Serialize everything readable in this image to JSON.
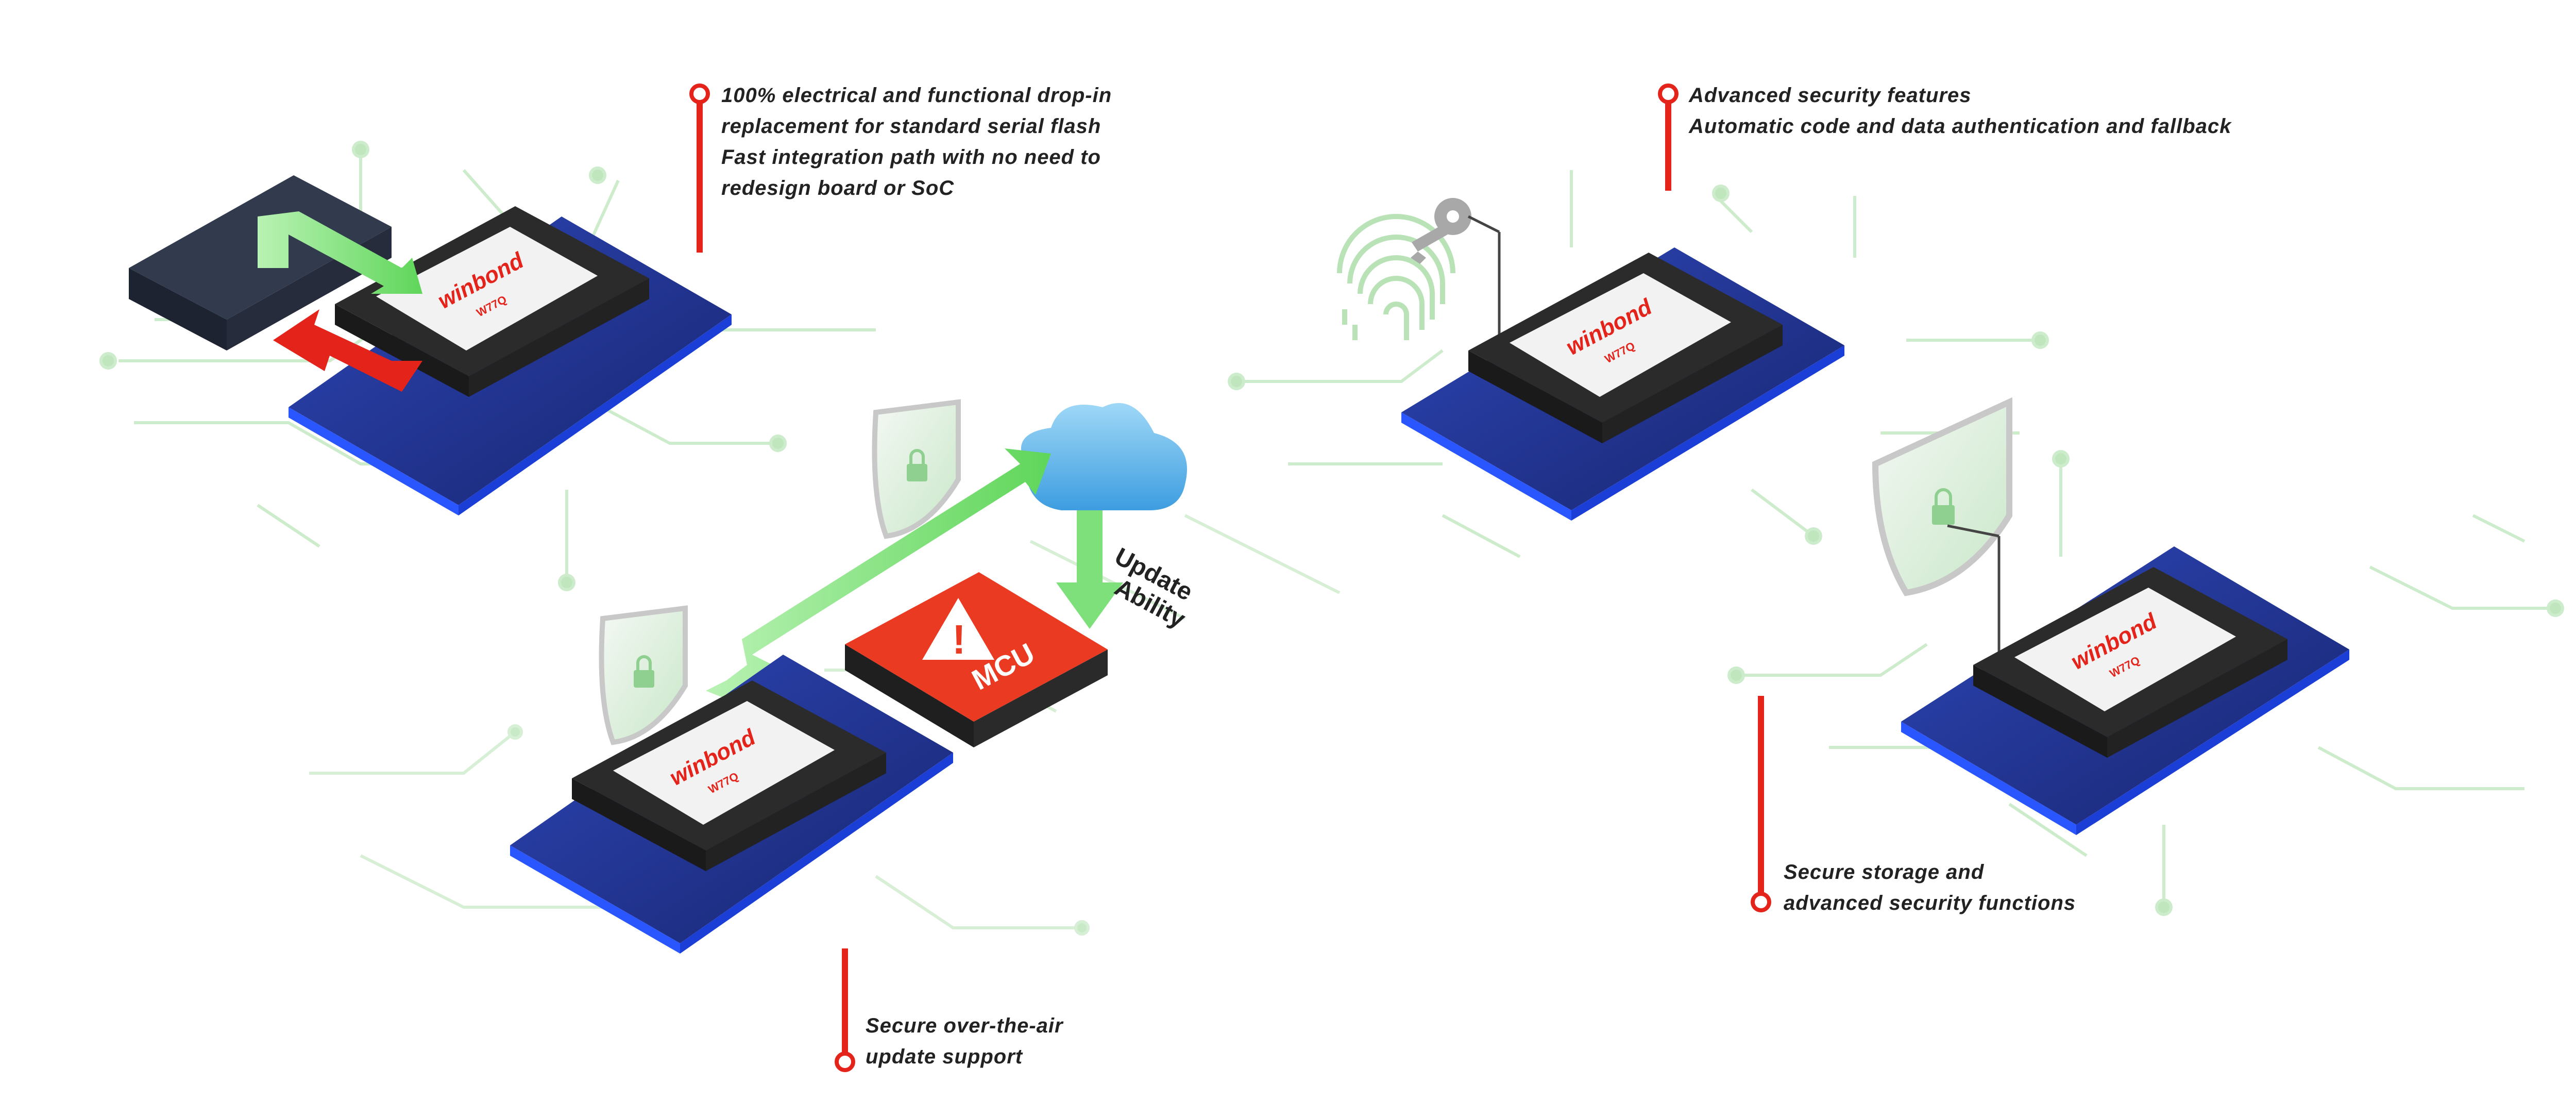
{
  "colors": {
    "accent_red": "#e4231b",
    "board_blue": "#1d2f86",
    "chip_black": "#2b2b2b",
    "label_white": "#f2f2f2",
    "circuit_green": "#c5e9c2",
    "arrow_green": "#7de07a",
    "cloud_blue": "#5fb3e8",
    "mcu_red": "#e8321f",
    "text": "#222222"
  },
  "chips": [
    {
      "brand": "winbond",
      "model": "W77Q"
    },
    {
      "brand": "winbond",
      "model": "W77Q"
    },
    {
      "brand": "winbond",
      "model": "W77Q"
    },
    {
      "brand": "winbond",
      "model": "W77Q"
    }
  ],
  "features": [
    {
      "lines": [
        "100% electrical and functional drop-in",
        "replacement for standard serial flash",
        "Fast integration path with no need to",
        "redesign board or SoC"
      ]
    },
    {
      "lines": [
        "Secure over-the-air",
        "update support"
      ]
    },
    {
      "lines": [
        "Advanced security features",
        "Automatic code and data authentication and fallback"
      ]
    },
    {
      "lines": [
        "Secure storage and",
        "advanced security functions"
      ]
    }
  ],
  "ota": {
    "update_label_line1": "Update",
    "update_label_line2": "Ability",
    "mcu_label": "MCU",
    "warning_symbol": "!"
  },
  "icons": [
    "shield-lock-icon",
    "cloud-icon",
    "fingerprint-icon",
    "key-icon",
    "warning-icon"
  ]
}
